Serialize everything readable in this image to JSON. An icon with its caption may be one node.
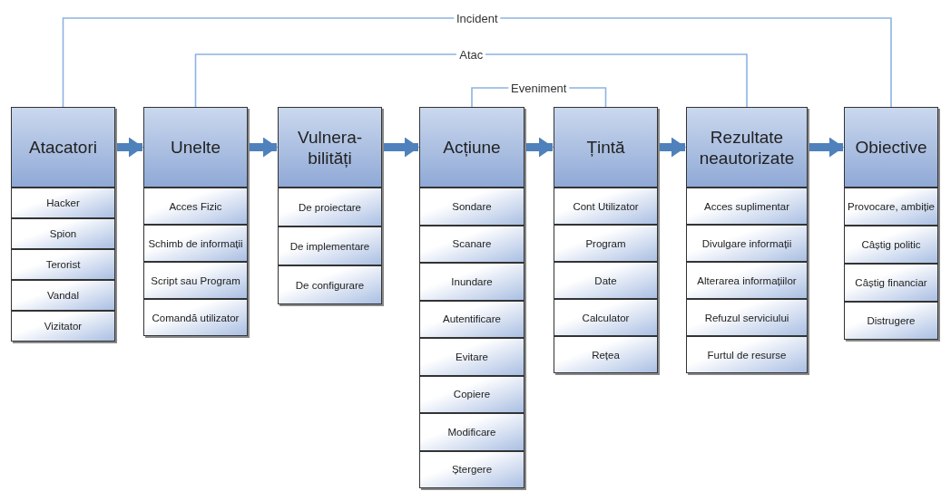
{
  "diagram": {
    "nodes": [
      {
        "text": [
          "Atacatori"
        ]
      },
      {
        "text": [
          "Hacker"
        ]
      },
      {
        "text": [
          "Spion"
        ]
      },
      {
        "text": [
          "Terorist"
        ]
      },
      {
        "text": [
          "Vandal"
        ]
      },
      {
        "text": [
          "Vizitator"
        ]
      },
      {
        "text": [
          "Unelte"
        ]
      },
      {
        "text": [
          "Acces Fizic"
        ]
      },
      {
        "text": [
          "Schimb de informații"
        ]
      },
      {
        "text": [
          "Script sau Program"
        ]
      },
      {
        "text": [
          "Comandă utilizator"
        ]
      },
      {
        "text": [
          "Vulnera- bilități"
        ]
      },
      {
        "text": [
          "De proiectare"
        ]
      },
      {
        "text": [
          "De implementare"
        ]
      },
      {
        "text": [
          "De configurare"
        ]
      },
      {
        "text": [
          "Acțiune"
        ]
      },
      {
        "text": [
          "Sondare"
        ]
      },
      {
        "text": [
          "Scanare"
        ]
      },
      {
        "text": [
          "Inundare"
        ]
      },
      {
        "text": [
          "Autentificare"
        ]
      },
      {
        "text": [
          "Evitare"
        ]
      },
      {
        "text": [
          "Copiere"
        ]
      },
      {
        "text": [
          "Modificare"
        ]
      },
      {
        "text": [
          "Ștergere"
        ]
      },
      {
        "text": [
          "Țintă"
        ]
      },
      {
        "text": [
          "Cont Utilizator"
        ]
      },
      {
        "text": [
          "Program"
        ]
      },
      {
        "text": [
          "Date"
        ]
      },
      {
        "text": [
          "Calculator"
        ]
      },
      {
        "text": [
          "Rețea"
        ]
      },
      {
        "text": [
          "Rezultate neautorizate"
        ]
      },
      {
        "text": [
          "Acces suplimentar"
        ]
      },
      {
        "text": [
          "Divulgare informații"
        ]
      },
      {
        "text": [
          "Alterarea informațiilor"
        ]
      },
      {
        "text": [
          "Refuzul serviciului"
        ]
      },
      {
        "text": [
          "Furtul de resurse"
        ]
      },
      {
        "text": [
          "Obiective"
        ]
      },
      {
        "text": [
          "Provocare, ambiție"
        ]
      },
      {
        "text": [
          "Câștig politic"
        ]
      },
      {
        "text": [
          "Câștig financiar"
        ]
      },
      {
        "text": [
          "Distrugere"
        ]
      }
    ],
    "edges": [
      {
        "from": 0,
        "to": 36,
        "arrow": "none",
        "label": "Incident",
        "color": "#8db3e2"
      },
      {
        "from": 6,
        "to": 30,
        "arrow": "none",
        "label": "Atac",
        "color": "#8db3e2"
      },
      {
        "from": 15,
        "to": 24,
        "arrow": "none",
        "label": "Eveniment",
        "color": "#8db3e2"
      },
      {
        "from": 0,
        "to": 6,
        "arrow": "to"
      },
      {
        "from": 6,
        "to": 11,
        "arrow": "to"
      },
      {
        "from": 11,
        "to": 15,
        "arrow": "to"
      },
      {
        "from": 15,
        "to": 24,
        "arrow": "to"
      },
      {
        "from": 24,
        "to": 30,
        "arrow": "to"
      },
      {
        "from": 30,
        "to": 36,
        "arrow": "to"
      }
    ]
  }
}
